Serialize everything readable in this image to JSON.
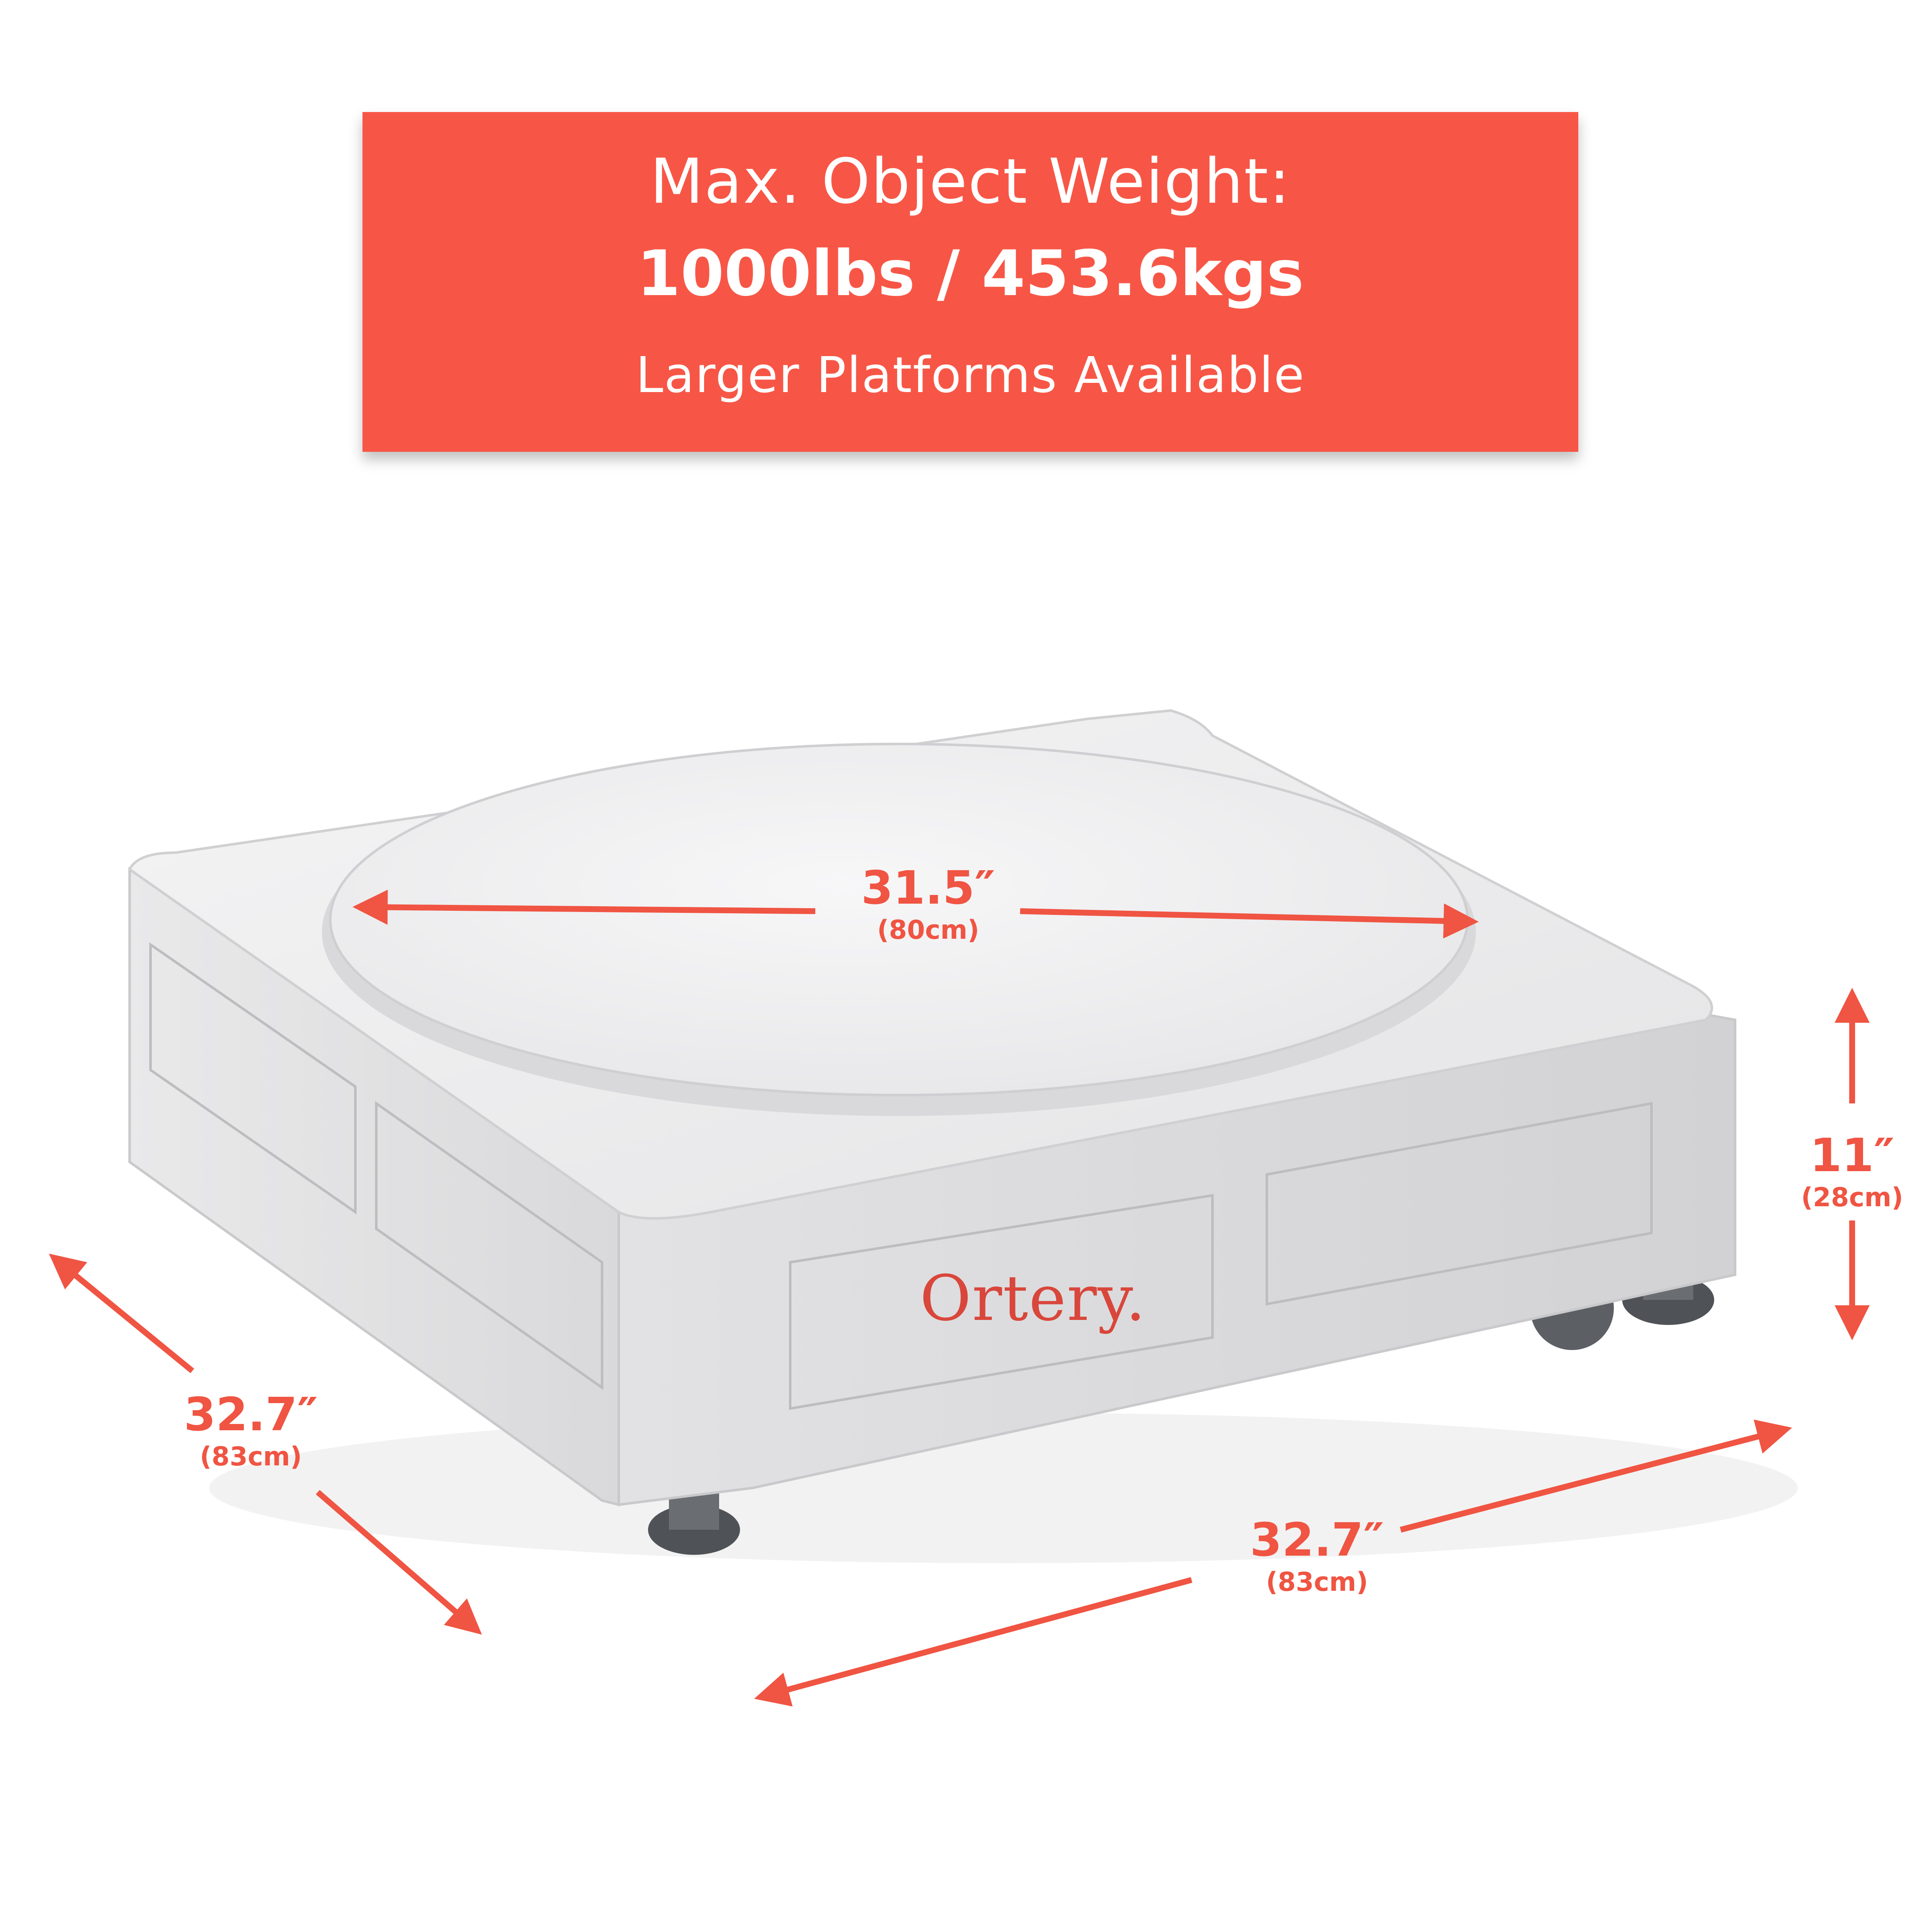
{
  "banner": {
    "line1": "Max. Object Weight:",
    "line2": "1000lbs / 453.6kgs",
    "line3": "Larger Platforms Available"
  },
  "dimensions": {
    "platter": {
      "main": "31.5″",
      "sub": "(80cm)"
    },
    "height": {
      "main": "11″",
      "sub": "(28cm)"
    },
    "depth": {
      "main": "32.7″",
      "sub": "(83cm)"
    },
    "width": {
      "main": "32.7″",
      "sub": "(83cm)"
    }
  },
  "brand": {
    "logo_text": "Ortery."
  },
  "colors": {
    "accent": "#f75646",
    "arrow": "#f05442",
    "device": "#e8e8e9"
  }
}
